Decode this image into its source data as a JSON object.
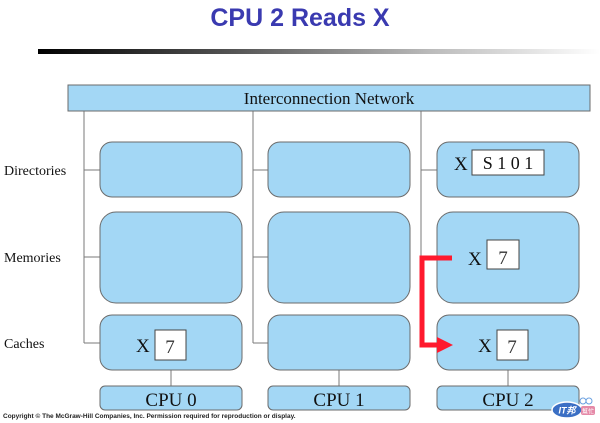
{
  "slide": {
    "title": "CPU 2 Reads X",
    "footer": "Copyright © The McGraw-Hill Companies, Inc. Permission required for reproduction or display."
  },
  "diagram": {
    "network_label": "Interconnection Network",
    "row_labels": {
      "directories": "Directories",
      "memories": "Memories",
      "caches": "Caches"
    },
    "cpus": [
      "CPU 0",
      "CPU 1",
      "CPU 2"
    ],
    "entries": {
      "directory_cpu2": {
        "var": "X",
        "value": "S 1 0 1"
      },
      "memory_cpu2": {
        "var": "X",
        "value": "7"
      },
      "cache_cpu0": {
        "var": "X",
        "value": "7"
      },
      "cache_cpu2": {
        "var": "X",
        "value": "7"
      }
    },
    "arrow": {
      "from": "memory-cpu2",
      "to": "cache-cpu2",
      "color": "#ff1a2e"
    },
    "colors": {
      "box_fill": "#a3d7f5",
      "box_stroke": "#6b6b6b",
      "line": "#7a7a7a"
    }
  },
  "watermark": {
    "text_main": "IT邦",
    "text_side": "幫忙"
  }
}
